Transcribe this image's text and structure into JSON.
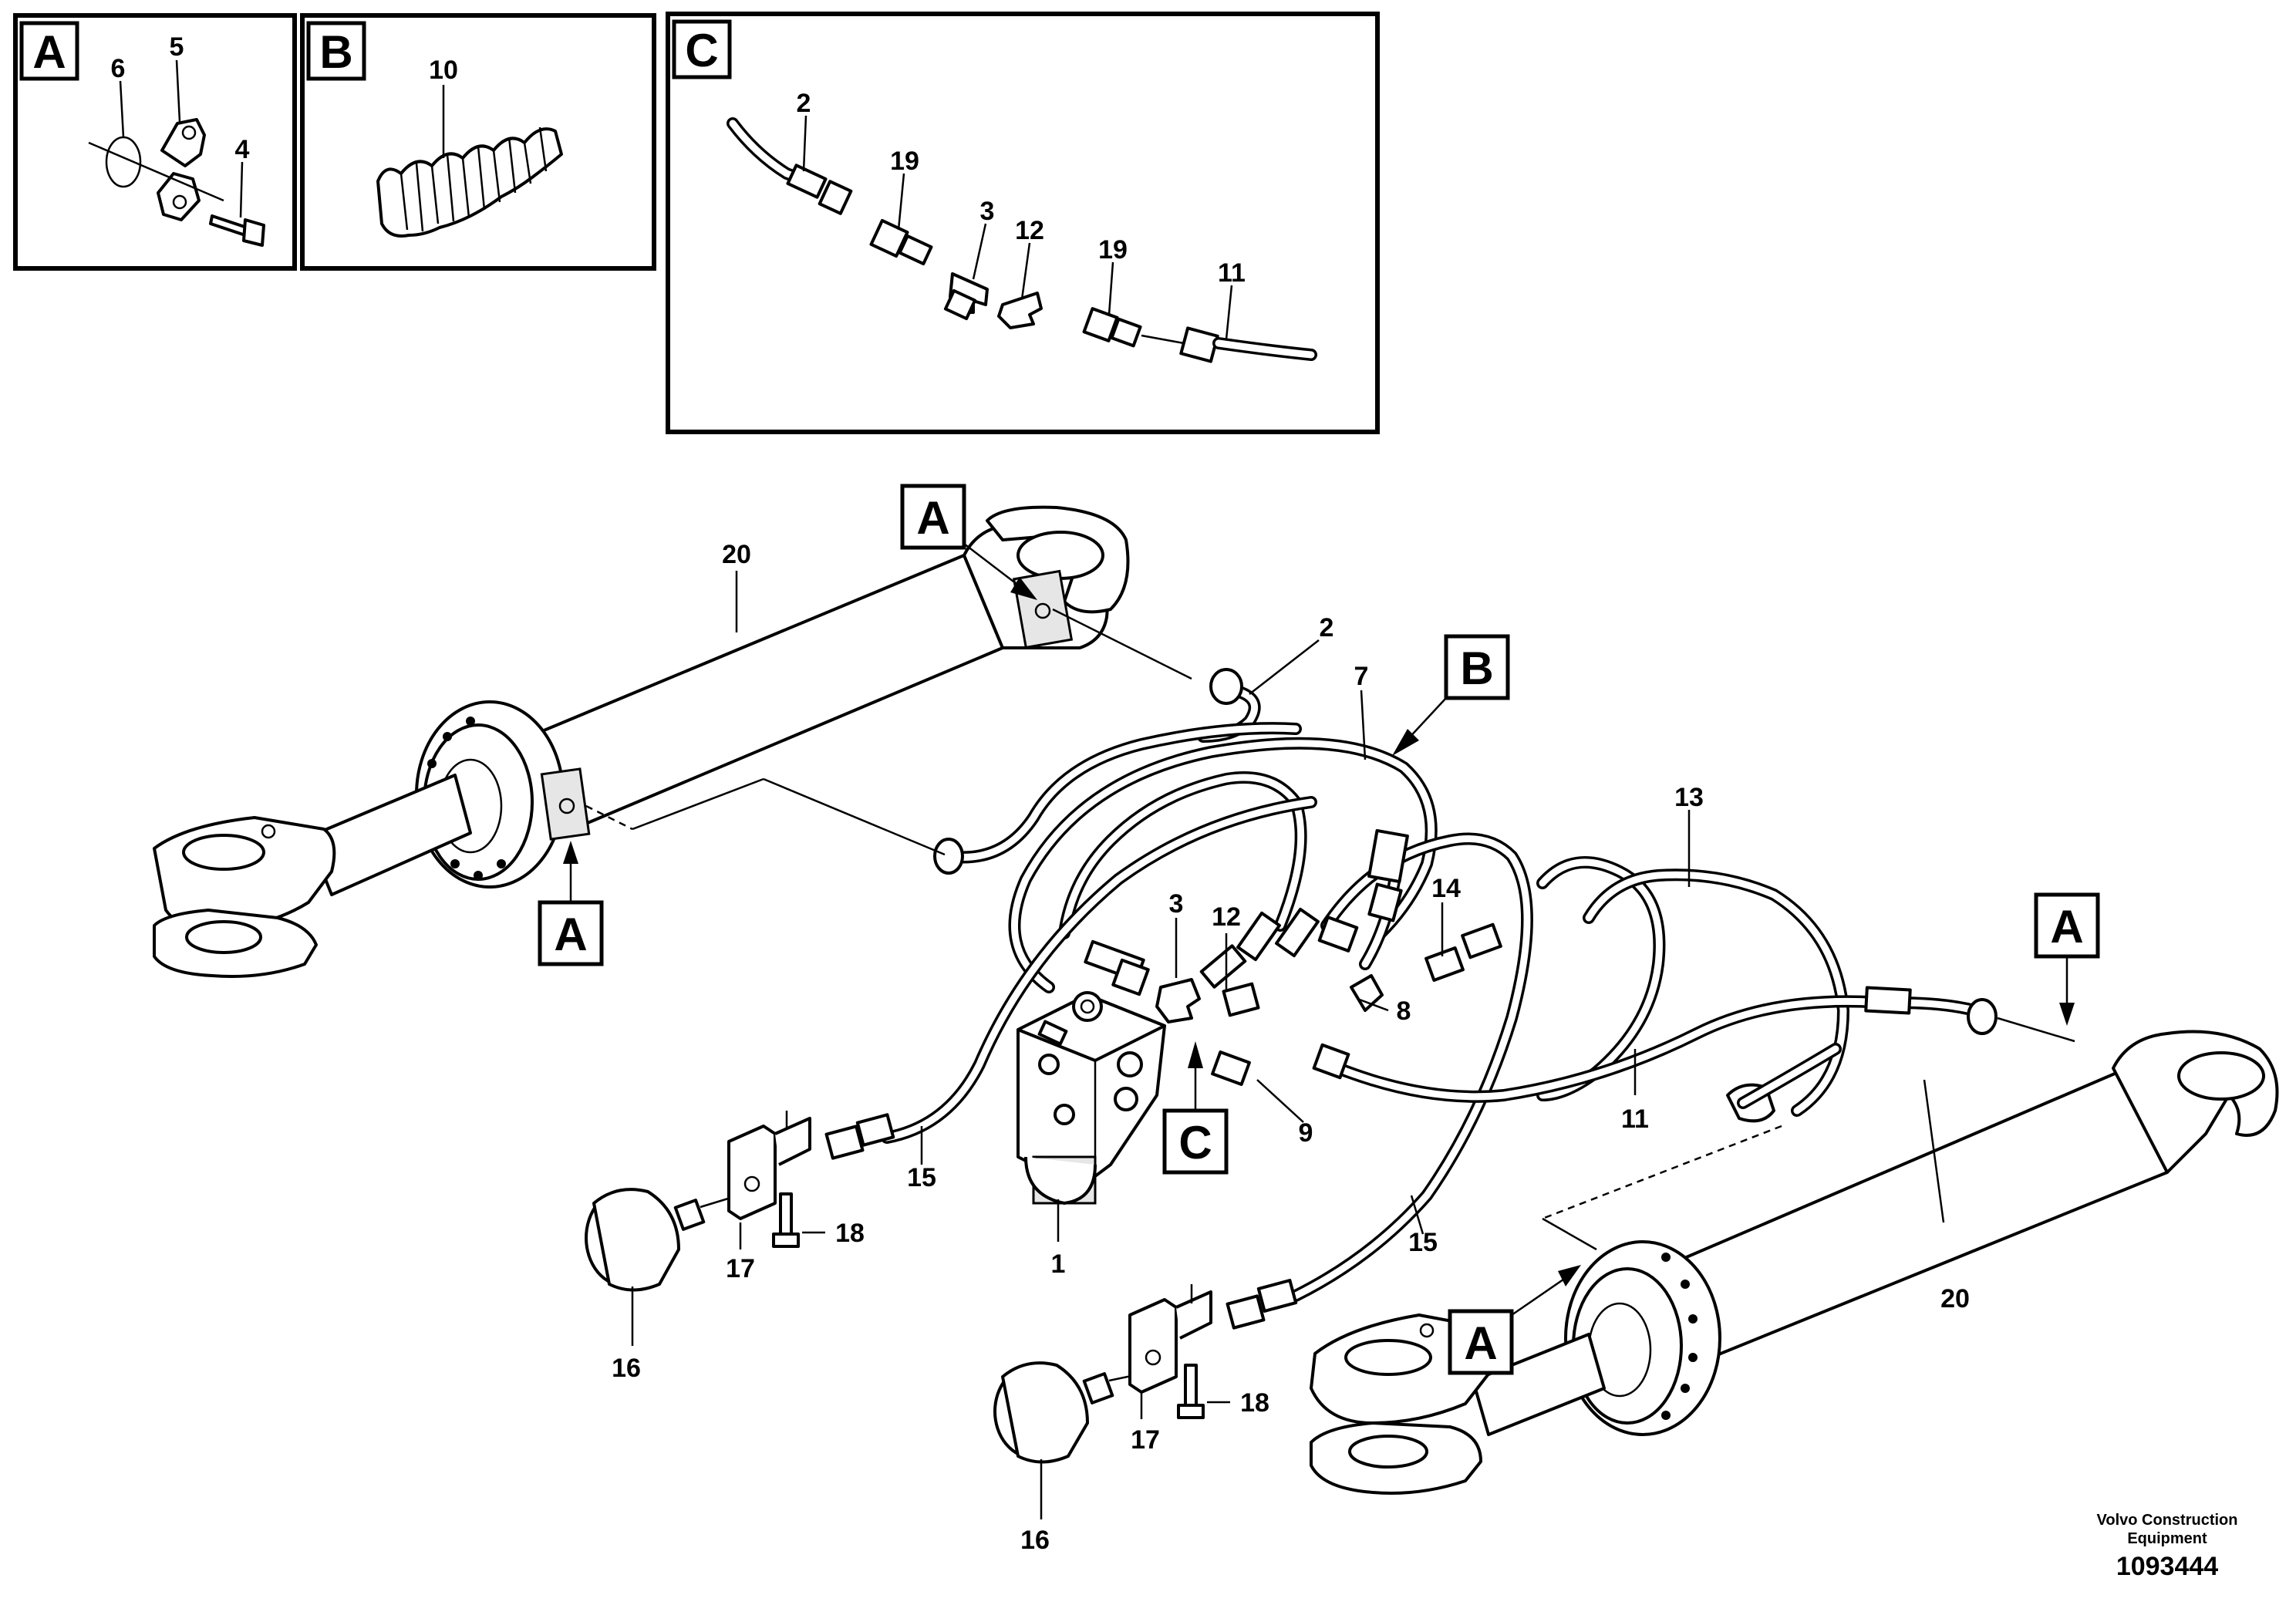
{
  "detail_views": [
    {
      "letter": "A",
      "callouts": [
        "6",
        "5",
        "4"
      ]
    },
    {
      "letter": "B",
      "callouts": [
        "10"
      ]
    },
    {
      "letter": "C",
      "callouts": [
        "2",
        "19",
        "3",
        "12",
        "19",
        "11"
      ]
    }
  ],
  "main_callouts": {
    "c20_left": "20",
    "c2": "2",
    "c7": "7",
    "c13": "13",
    "c3": "3",
    "c12": "12",
    "c14": "14",
    "c8": "8",
    "c9": "9",
    "c11": "11",
    "c15_left": "15",
    "c15_right": "15",
    "c1": "1",
    "c17_left": "17",
    "c18_left": "18",
    "c16_left": "16",
    "c17_right": "17",
    "c18_right": "18",
    "c16_right": "16",
    "c20_right": "20"
  },
  "view_markers": {
    "a_top": "A",
    "a_left": "A",
    "a_right": "A",
    "a_bottom": "A",
    "b": "B",
    "c": "C"
  },
  "footer": {
    "company_line1": "Volvo Construction",
    "company_line2": "Equipment",
    "drawing_number": "1093444"
  }
}
